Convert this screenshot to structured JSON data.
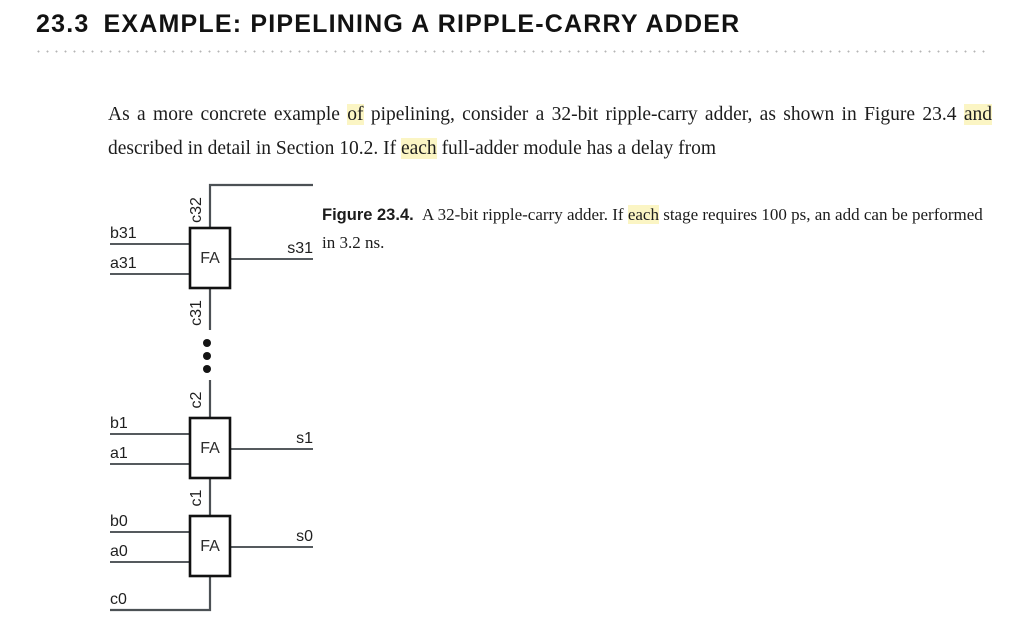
{
  "heading": {
    "number": "23.3",
    "title": "EXAMPLE: PIPELINING A RIPPLE-CARRY ADDER"
  },
  "body": {
    "part1": "As a more concrete example ",
    "hl1": "of",
    "part2": " pipelining, consider a 32-bit ripple-carry adder, as shown in Figure 23.4 ",
    "hl2": "and",
    "part3": " described in detail in Section 10.2. If ",
    "hl3": "each",
    "part4": " full-adder module has a delay from"
  },
  "caption": {
    "label": "Figure 23.4.",
    "part1": " A 32-bit ripple-carry adder. If ",
    "hl1": "each",
    "part2": " stage requires 100 ps, an add can be performed in 3.2 ns."
  },
  "figure": {
    "block_label_top": "FA",
    "block_label_middle": "FA",
    "block_label_bottom": "FA",
    "carry_out_top": "c32",
    "carry_top_in": "c31",
    "carry_middle_in": "c2",
    "carry_bottom_in": "c1",
    "carry_initial": "c0",
    "input_b_top": "b31",
    "input_a_top": "a31",
    "input_b_middle": "b1",
    "input_a_middle": "a1",
    "input_b_bottom": "b0",
    "input_a_bottom": "a0",
    "sum_top": "s31",
    "sum_middle": "s1",
    "sum_bottom": "s0",
    "ellipsis": "vertical-ellipsis"
  },
  "colors": {
    "highlight": "#fbf5c4",
    "wire": "#555a5e",
    "box_stroke": "#111111",
    "rule": "#b4b4b4"
  }
}
